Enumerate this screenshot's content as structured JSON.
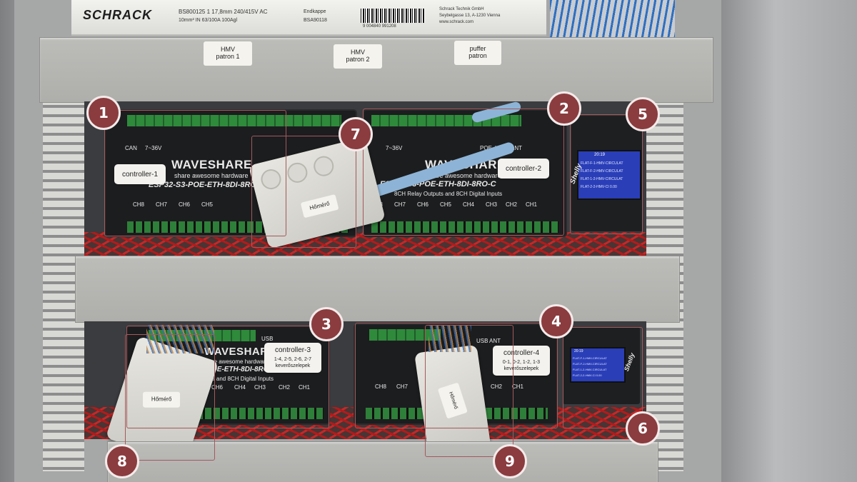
{
  "breaker": {
    "brand": "SCHRACK",
    "model_line": "BS800125  1 17,8mm  240/415V AC",
    "spec_line": "10mm²  IN 63/100A  100Agl",
    "endcap_line1": "Endkappe",
    "endcap_line2": "BSA90118",
    "barcode_number": "9 004840 991208",
    "maker_line1": "Schrack Technik GmbH",
    "maker_line2": "Seybelgasse 13, A-1230 Vienna",
    "maker_line3": "www.schrack.com"
  },
  "cover_labels": [
    {
      "line1": "HMV",
      "line2": "patron 1"
    },
    {
      "line1": "HMV",
      "line2": "patron 2"
    },
    {
      "line1": "puffer",
      "line2": "patron"
    }
  ],
  "boards": {
    "logo": "WAVESHARE",
    "tagline": "share awesome hardware",
    "model_full": "ESP32-S3-POE-ETH-8DI-8RO-C",
    "model_partial": "-POE-ETH-8DI-8RO",
    "subtitle": "8CH Relay Outputs and 8CH Digital Inputs",
    "subtitle_partial": "uts and 8CH Digital Inputs",
    "ports": [
      "CAN",
      "7~36V",
      "POE",
      "USB",
      "ANT"
    ],
    "channels": [
      "CH8",
      "CH7",
      "CH6",
      "CH5",
      "CH4",
      "CH3",
      "CH2",
      "CH1"
    ]
  },
  "controllers": [
    {
      "name": "controller-1",
      "note": ""
    },
    {
      "name": "controller-2",
      "note": ""
    },
    {
      "name": "controller-3",
      "note": "1-4, 2-5, 2-6, 2-7 keverőszelepek"
    },
    {
      "name": "controller-4",
      "note": "0-1, 0-2, 1-2, 1-3 keverőszelepek"
    }
  ],
  "sensor_label": "Hőmérő",
  "shelly": {
    "brand": "Shelly",
    "screen_time": "20:19",
    "screen_lines": [
      "FLAT-F-1-HMV-CIRCULAT",
      "FLAT-F-2-HMV-CIRCULAT",
      "FLAT-1-2-HMV-CIRCULAT",
      "FLAT-2-2-HMV-CI  0.00"
    ]
  },
  "markers": [
    "1",
    "2",
    "3",
    "4",
    "5",
    "6",
    "7",
    "8",
    "9"
  ],
  "colors": {
    "marker_fill": "#8a3c3f",
    "marker_ring": "#f4eaea",
    "highlight": "#a4595c"
  }
}
